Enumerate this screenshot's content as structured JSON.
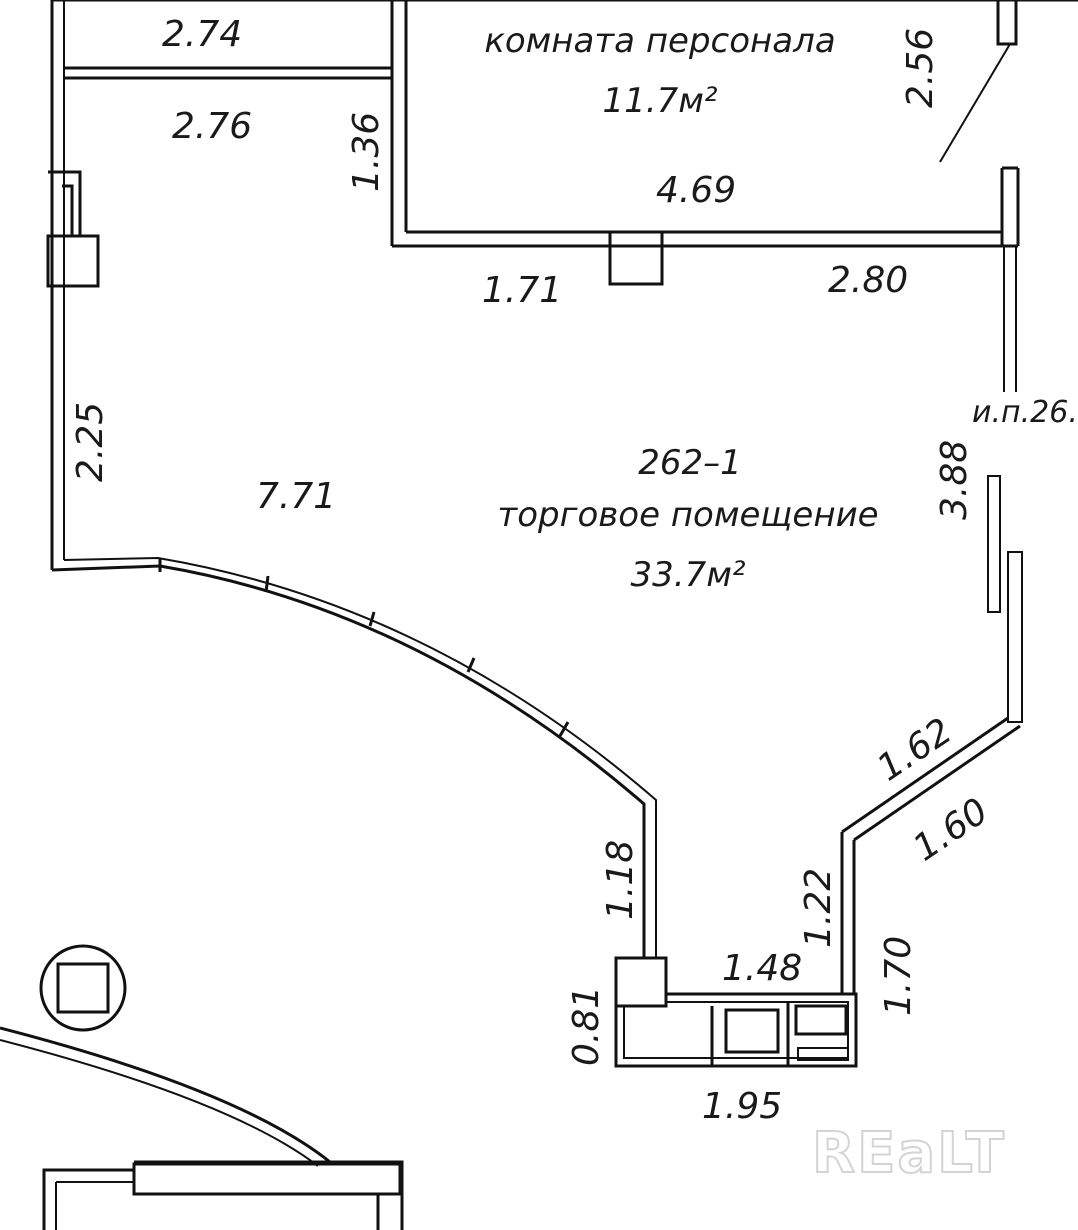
{
  "rooms": {
    "staff": {
      "name": "комната персонала",
      "area": "11.7м²"
    },
    "sales": {
      "number": "262–1",
      "name": "торговое помещение",
      "area": "33.7м²"
    }
  },
  "dimensions": {
    "d274": "2.74",
    "d276": "2.76",
    "d136": "1.36",
    "d256": "2.56",
    "d469": "4.69",
    "d171": "1.71",
    "d280": "2.80",
    "d225": "2.25",
    "d771": "7.71",
    "d388": "3.88",
    "d162": "1.62",
    "d160": "1.60",
    "d118": "1.18",
    "d122": "1.22",
    "d148": "1.48",
    "d170": "1.70",
    "d081": "0.81",
    "d195": "1.95"
  },
  "annotations": {
    "ip": "и.п.26."
  },
  "watermark": "REaLT"
}
